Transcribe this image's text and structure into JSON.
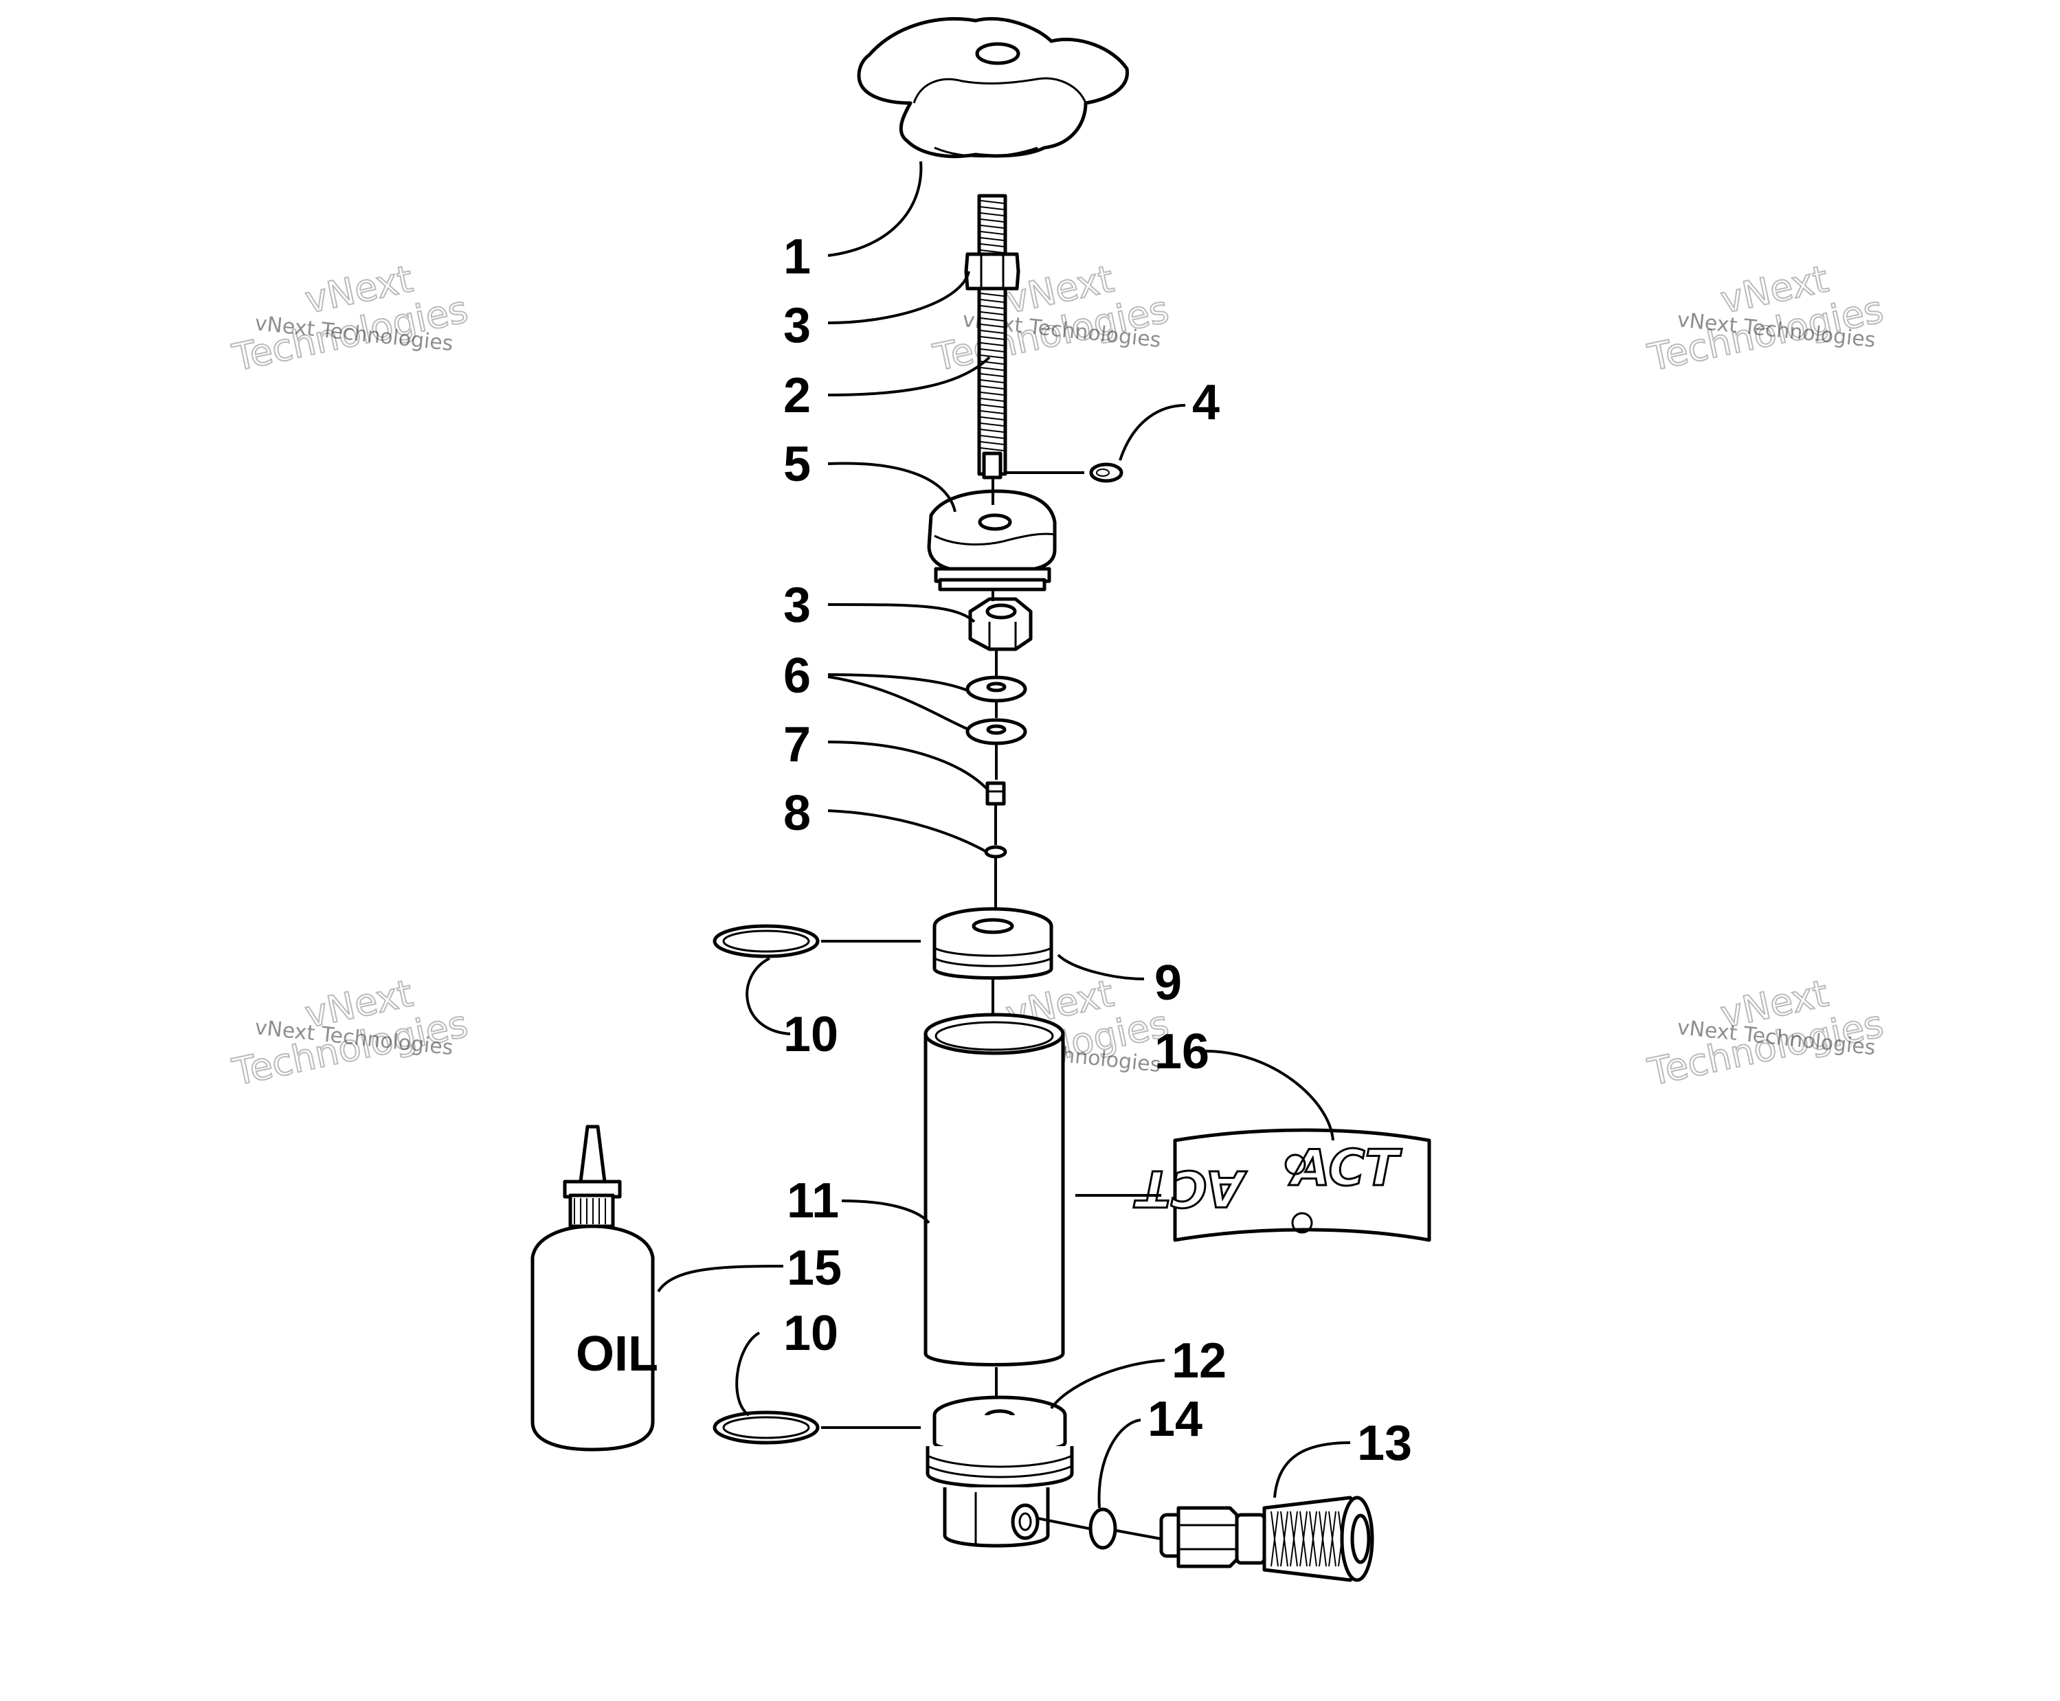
{
  "diagram": {
    "callouts": [
      "1",
      "3",
      "2",
      "4",
      "5",
      "3",
      "6",
      "7",
      "8",
      "9",
      "10",
      "16",
      "11",
      "15",
      "10",
      "12",
      "14",
      "13"
    ],
    "oil_label": "OIL",
    "decal_text": "ACT"
  },
  "watermark": {
    "line1": "vNext",
    "line2": "Technologies",
    "small": "vNext Technologies"
  }
}
